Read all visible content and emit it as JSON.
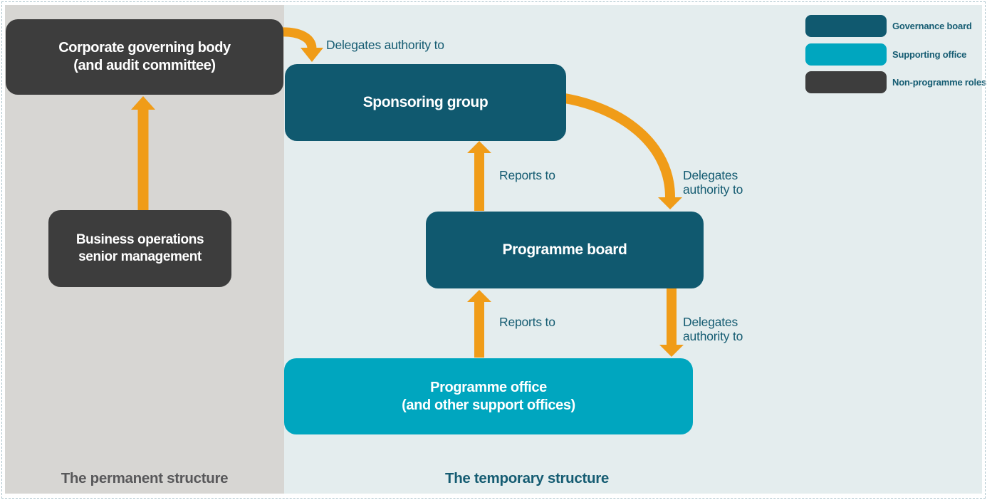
{
  "colors": {
    "governance": "#10596f",
    "supporting": "#00a6bf",
    "nonprogramme": "#3d3d3d",
    "arrow": "#f09c18",
    "labeltext": "#155c72",
    "panelpermanent": "#d7d6d3",
    "paneltemporary": "#e4edee",
    "permanenttitle": "#58585a",
    "boxtext": "#ffffff"
  },
  "panels": {
    "permanent": {
      "title": "The permanent structure"
    },
    "temporary": {
      "title": "The temporary structure"
    }
  },
  "boxes": {
    "corporate": {
      "line1": "Corporate governing body",
      "line2": "(and audit committee)"
    },
    "business": {
      "line1": "Business operations",
      "line2": "senior management"
    },
    "sponsoring": {
      "label": "Sponsoring group"
    },
    "board": {
      "label": "Programme board"
    },
    "office": {
      "line1": "Programme office",
      "line2": "(and other support offices)"
    }
  },
  "arrow_labels": {
    "delegates_top": "Delegates authority to",
    "reports_board_to_sponsoring": "Reports to",
    "delegates_sponsoring_to_board": {
      "line1": "Delegates",
      "line2": "authority to"
    },
    "reports_office_to_board": "Reports to",
    "delegates_board_to_office": {
      "line1": "Delegates",
      "line2": "authority to"
    }
  },
  "legend": {
    "items": [
      {
        "label": "Governance board",
        "color": "#10596f"
      },
      {
        "label": "Supporting office",
        "color": "#00a6bf"
      },
      {
        "label": "Non-programme roles",
        "color": "#3d3d3d"
      }
    ]
  }
}
